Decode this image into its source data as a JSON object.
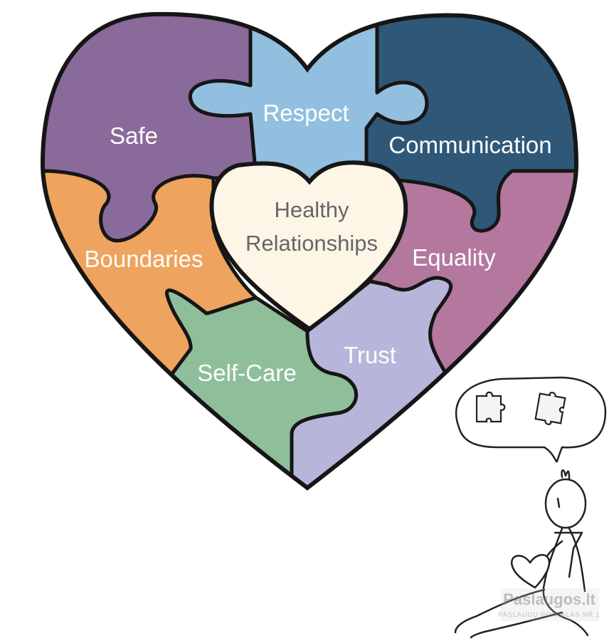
{
  "center": {
    "line1": "Healthy",
    "line2": "Relationships",
    "fill": "#fdf6e7"
  },
  "pieces": {
    "safe": {
      "label": "Safe",
      "color": "#8a6a9a"
    },
    "respect": {
      "label": "Respect",
      "color": "#92bfdf"
    },
    "communication": {
      "label": "Communication",
      "color": "#2f5878"
    },
    "boundaries": {
      "label": "Boundaries",
      "color": "#eea35e"
    },
    "equality": {
      "label": "Equality",
      "color": "#b4779e"
    },
    "self_care": {
      "label": "Self-Care",
      "color": "#8fbe9b"
    },
    "trust": {
      "label": "Trust",
      "color": "#b7b5d9"
    }
  },
  "outline_color": "#161616",
  "label_color": "#ffffff",
  "center_text_color": "#666666",
  "illustration": {
    "figure": "stick-figure-holding-heart",
    "thought_icons": [
      "puzzle-piece-icon",
      "puzzle-piece-icon"
    ]
  },
  "watermark": {
    "main": "Paslaugos.lt",
    "sub": "PASLAUGŲ PORTALAS NR.1"
  }
}
